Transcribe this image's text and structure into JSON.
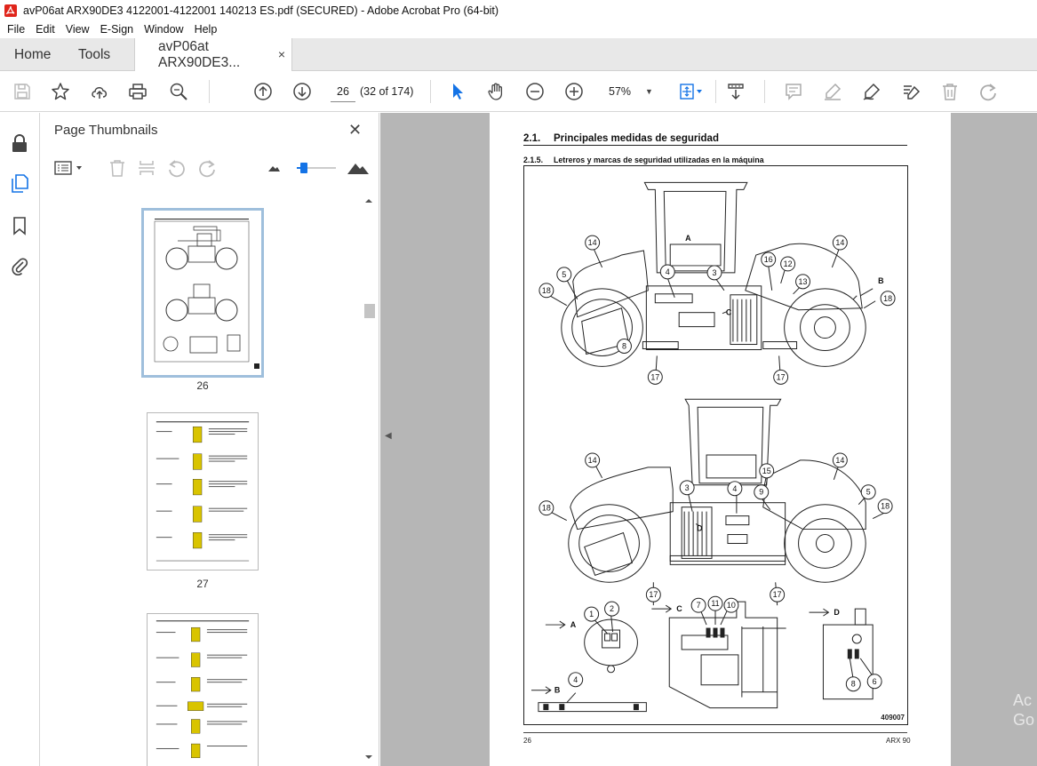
{
  "window": {
    "title": "avP06at ARX90DE3 4122001-4122001 140213 ES.pdf (SECURED) - Adobe Acrobat Pro (64-bit)",
    "menu": [
      "File",
      "Edit",
      "View",
      "E-Sign",
      "Window",
      "Help"
    ]
  },
  "tabs": {
    "home": "Home",
    "tools": "Tools",
    "document": "avP06at ARX90DE3...",
    "close": "×"
  },
  "toolbar": {
    "page_number": "26",
    "page_count": "(32 of 174)",
    "zoom": "57%"
  },
  "panel": {
    "title": "Page Thumbnails",
    "close": "✕",
    "thumbnails": [
      {
        "label": "26",
        "selected": true
      },
      {
        "label": "27",
        "selected": false
      },
      {
        "label": "",
        "selected": false
      }
    ]
  },
  "document": {
    "section_number": "2.1.",
    "section_title": "Principales medidas de seguridad",
    "sub_number": "2.1.5.",
    "sub_title": "Letreros y marcas de seguridad utilizadas en la máquina",
    "figure_code": "409007",
    "page_number": "26",
    "model": "ARX 90",
    "view_letters": [
      "A",
      "B",
      "C",
      "D"
    ],
    "callouts_top": [
      "14",
      "5",
      "18",
      "4",
      "3",
      "16",
      "12",
      "13",
      "14",
      "18",
      "8",
      "17",
      "17"
    ],
    "callouts_mid": [
      "14",
      "18",
      "3",
      "4",
      "15",
      "9",
      "14",
      "5",
      "18",
      "17",
      "17"
    ],
    "callouts_bottom": [
      "1",
      "2",
      "4",
      "7",
      "11",
      "10",
      "8",
      "6"
    ],
    "letters_top": {
      "a": "A",
      "b": "B",
      "c": "C"
    },
    "letters_mid": {
      "d": "D"
    },
    "view_labels": {
      "a": "A",
      "b": "B",
      "c": "C",
      "d": "D"
    }
  },
  "watermark": "Ac\nGo",
  "colors": {
    "accent": "#1473e6",
    "selected_thumb_border": "#9fbfdc",
    "doc_background": "#b6b6b6"
  }
}
